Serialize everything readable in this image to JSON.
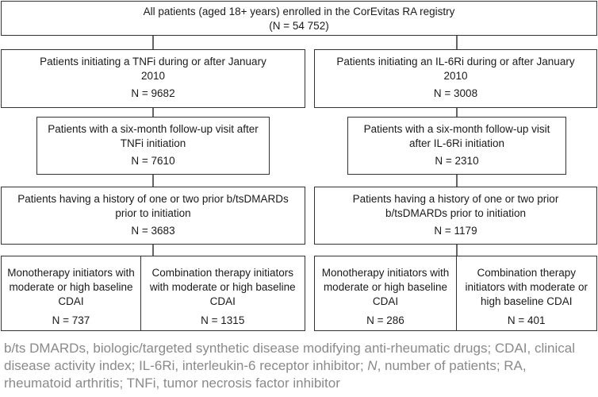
{
  "root": {
    "text": "All patients (aged 18+ years) enrolled in the CorEvitas RA registry",
    "n": "(N = 54 752)"
  },
  "tnfi": {
    "initiating": {
      "text": "Patients initiating a TNFi during or after January 2010",
      "n": "N = 9682"
    },
    "followup": {
      "text": "Patients with a six-month follow-up visit after TNFi initiation",
      "n": "N = 7610"
    },
    "history": {
      "text": "Patients having a history of one or two prior b/tsDMARDs prior to initiation",
      "n": "N = 3683"
    },
    "mono": {
      "text": "Monotherapy initiators with moderate or high baseline CDAI",
      "n": "N = 737"
    },
    "combo": {
      "text": "Combination therapy initiators with moderate or high baseline CDAI",
      "n": "N = 1315"
    }
  },
  "il6ri": {
    "initiating": {
      "text": "Patients initiating an IL-6Ri during or after January 2010",
      "n": "N = 3008"
    },
    "followup": {
      "text": "Patients with a six-month follow-up visit after IL-6Ri initiation",
      "n": "N = 2310"
    },
    "history": {
      "text": "Patients having a history of one or two prior b/tsDMARDs prior to initiation",
      "n": "N = 1179"
    },
    "mono": {
      "text": "Monotherapy initiators with moderate or high baseline CDAI",
      "n": "N = 286"
    },
    "combo": {
      "text": "Combination therapy initiators with moderate or high baseline CDAI",
      "n": "N = 401"
    }
  },
  "footnote": {
    "p1": "b/ts DMARDs, biologic/targeted synthetic disease modifying anti-rheumatic drugs; CDAI, clinical disease activity index; IL-6Ri, interleukin-6 receptor inhibitor; ",
    "n_symbol": "N",
    "p2": ", number of patients; RA, rheumatoid arthritis; TNFi, tumor necrosis factor inhibitor"
  }
}
